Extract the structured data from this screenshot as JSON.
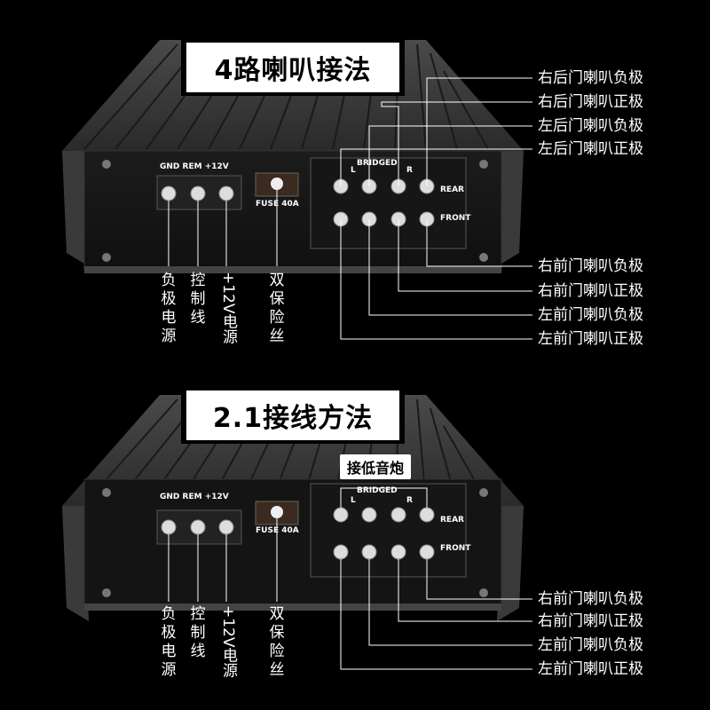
{
  "panels": [
    {
      "title": "4路喇叭接法",
      "amp": {
        "power_label": "GND REM +12V",
        "fuse_label": "FUSE 40A",
        "bridged_label": "BRIDGED",
        "rear_label": "REAR",
        "front_label": "FRONT",
        "l_label": "L",
        "r_label": "R"
      },
      "right_labels": [
        "右后门喇叭负极",
        "右后门喇叭正极",
        "左后门喇叭负极",
        "左后门喇叭正极",
        "右前门喇叭负极",
        "右前门喇叭正极",
        "左前门喇叭负极",
        "左前门喇叭正极"
      ],
      "bottom_labels": [
        "负极电源",
        "控制线",
        "+12V电源",
        "双保险丝"
      ]
    },
    {
      "title": "2.1接线方法",
      "badge": "接低音炮",
      "amp": {
        "power_label": "GND REM +12V",
        "fuse_label": "FUSE 40A",
        "bridged_label": "BRIDGED",
        "rear_label": "REAR",
        "front_label": "FRONT",
        "l_label": "L",
        "r_label": "R"
      },
      "right_labels": [
        "右前门喇叭负极",
        "右前门喇叭正极",
        "左前门喇叭负极",
        "左前门喇叭正极"
      ],
      "bottom_labels": [
        "负极电源",
        "控制线",
        "+12V电源",
        "双保险丝"
      ]
    }
  ]
}
